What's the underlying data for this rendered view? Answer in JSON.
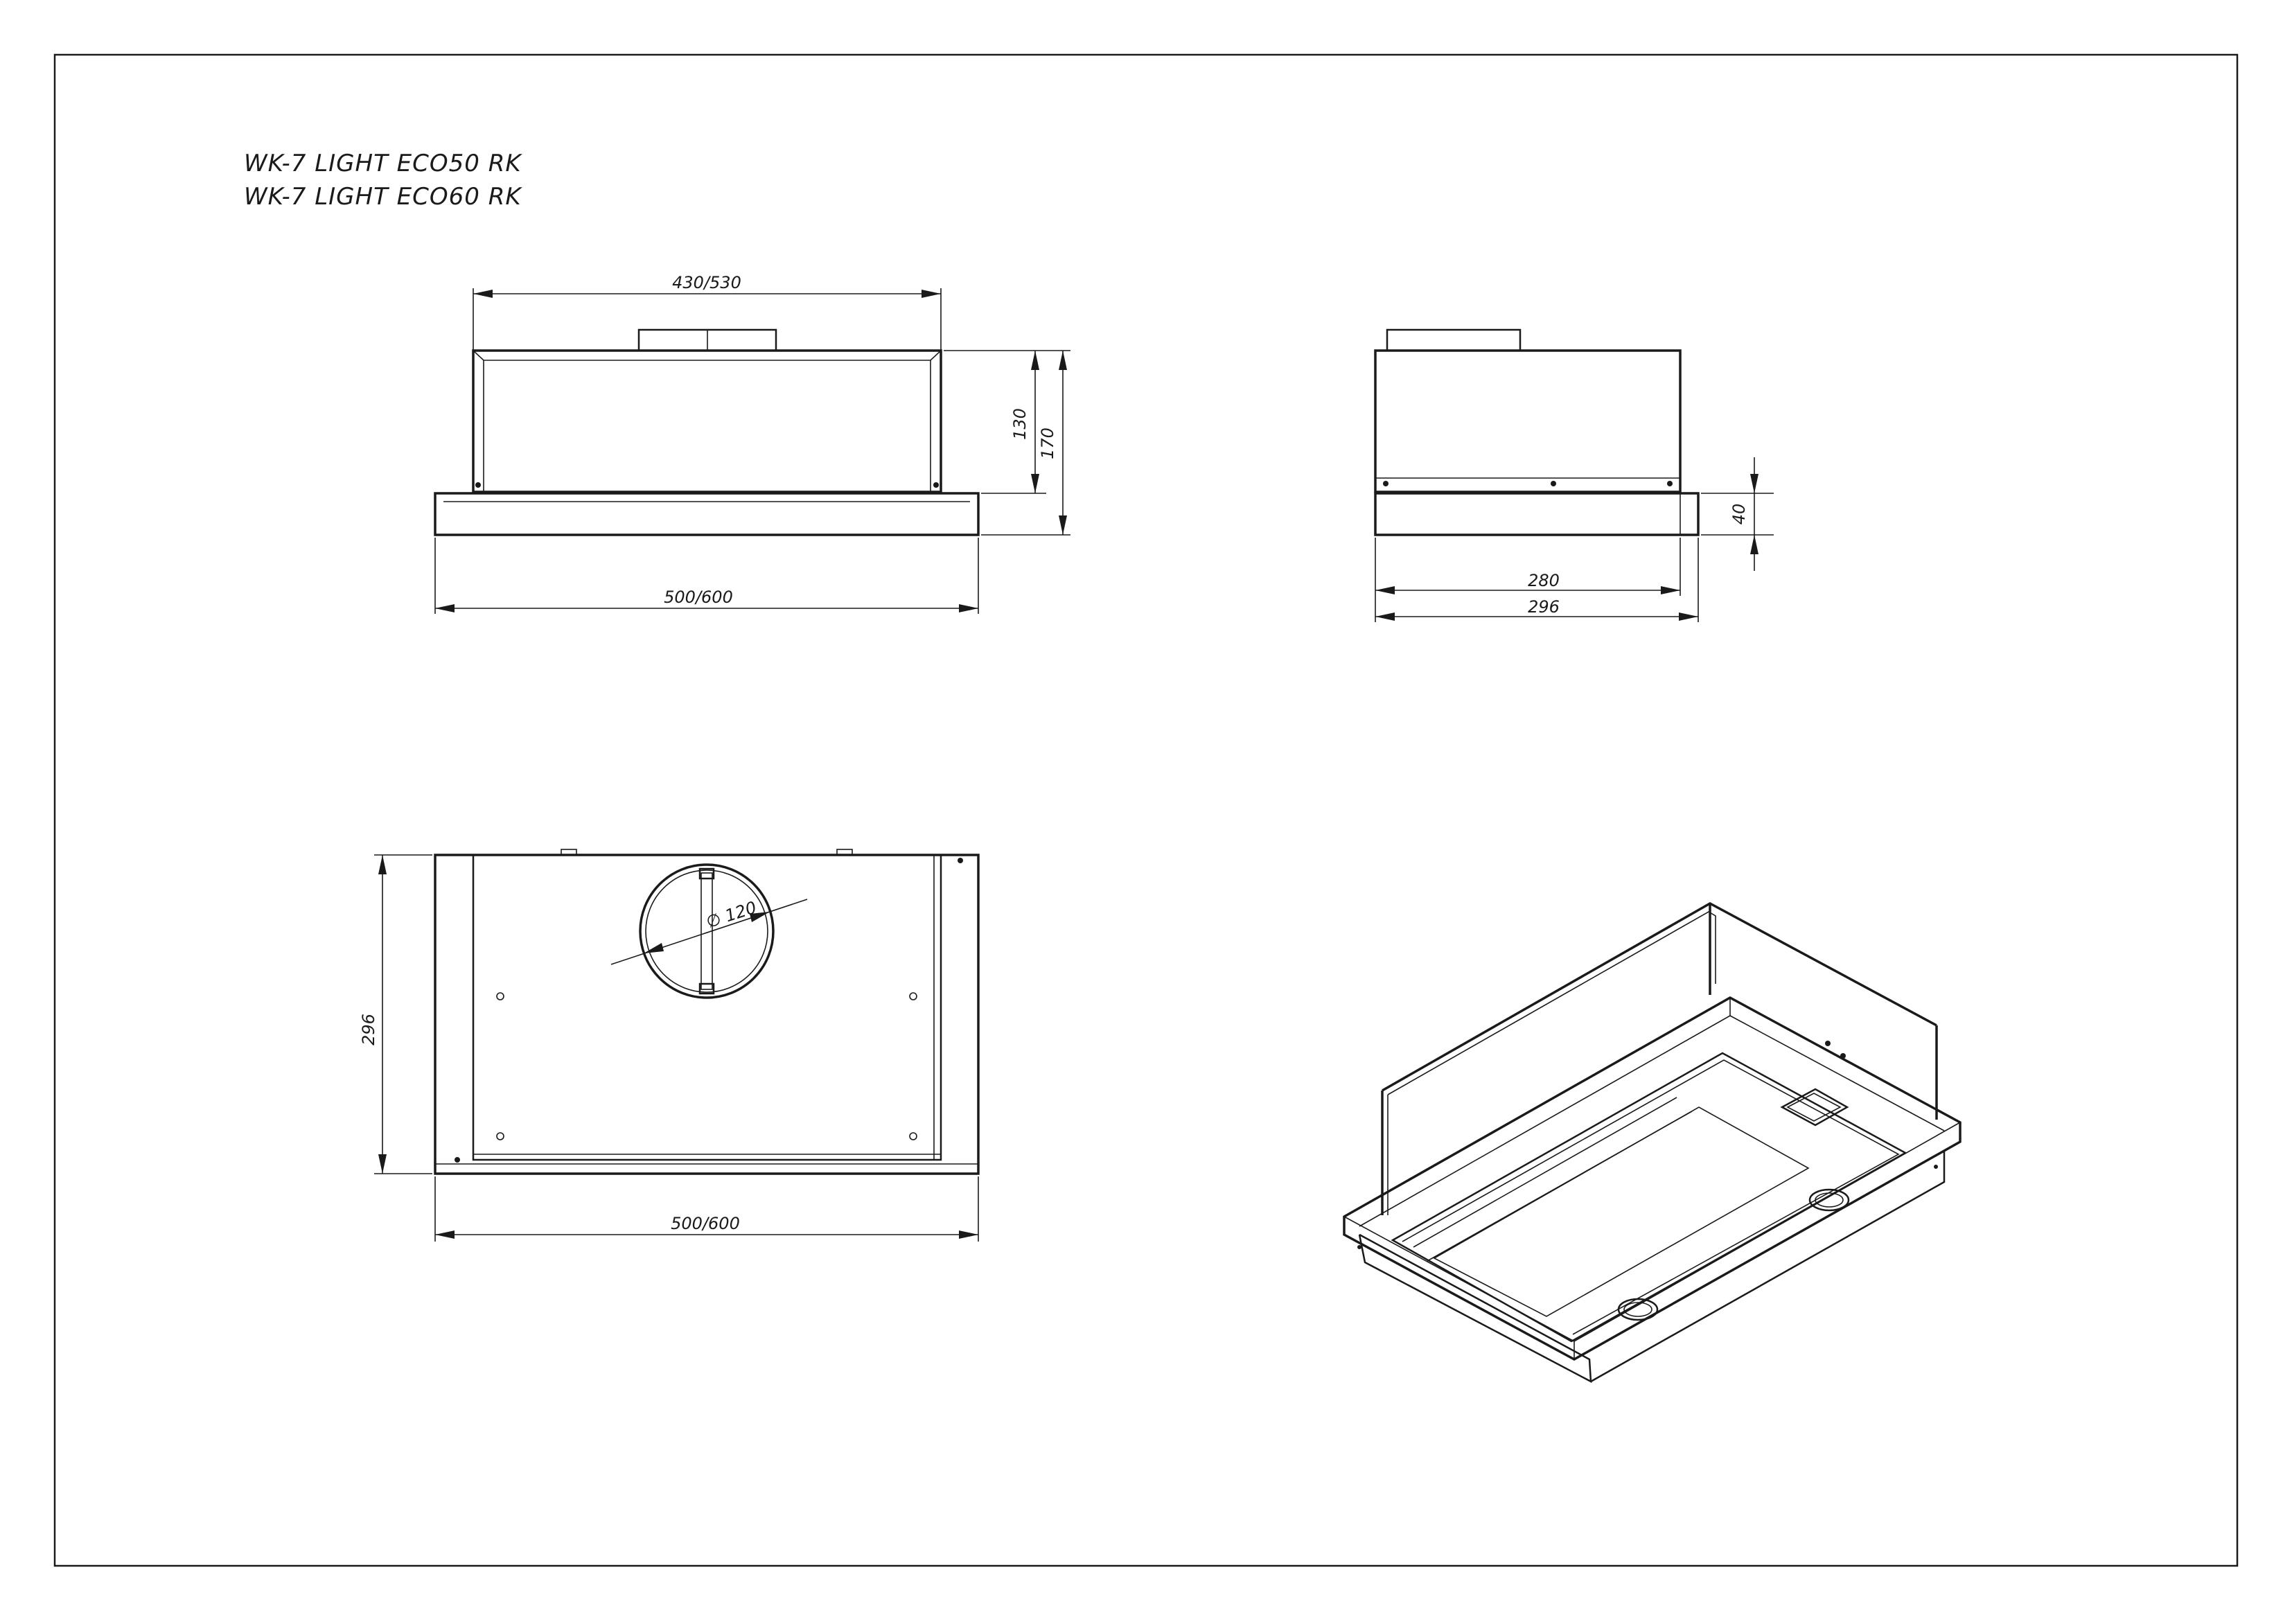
{
  "title": {
    "line1": "WK-7 LIGHT ECO50 RK",
    "line2": "WK-7 LIGHT ECO60 RK"
  },
  "front_view": {
    "top_width": "430/530",
    "height_body": "130",
    "height_total": "170",
    "bottom_width": "500/600"
  },
  "side_view": {
    "panel_height": "40",
    "depth_inner": "280",
    "depth_total": "296"
  },
  "top_view": {
    "depth": "296",
    "duct_diameter": "120",
    "width": "500/600"
  },
  "colors": {
    "line": "#1a1a1a",
    "background": "#ffffff"
  }
}
